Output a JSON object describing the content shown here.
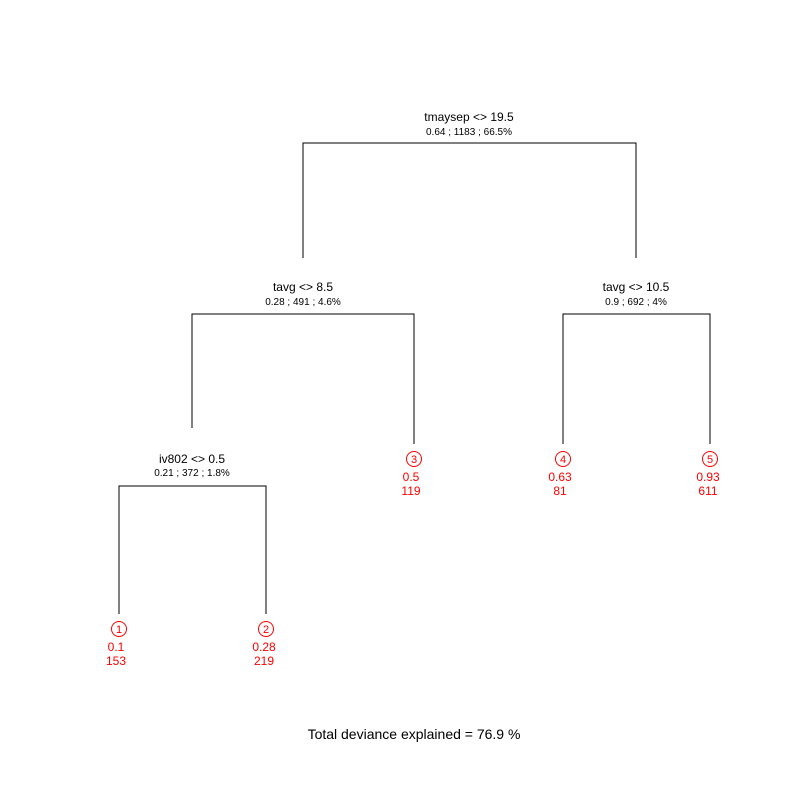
{
  "colors": {
    "edge": "#000000",
    "split_text": "#000000",
    "leaf": "#ff0000"
  },
  "splits": [
    {
      "label": "tmaysep <> 19.5",
      "stats": "0.64 ; 1183 ; 66.5%"
    },
    {
      "label": "tavg <> 8.5",
      "stats": "0.28 ; 491 ; 4.6%"
    },
    {
      "label": "tavg <> 10.5",
      "stats": "0.9 ; 692 ; 4%"
    },
    {
      "label": "iv802 <> 0.5",
      "stats": "0.21 ; 372 ; 1.8%"
    }
  ],
  "leaves": [
    {
      "number": "1",
      "value": "0.1",
      "count": "153"
    },
    {
      "number": "2",
      "value": "0.28",
      "count": "219"
    },
    {
      "number": "3",
      "value": "0.5",
      "count": "119"
    },
    {
      "number": "4",
      "value": "0.63",
      "count": "81"
    },
    {
      "number": "5",
      "value": "0.93",
      "count": "611"
    }
  ],
  "footer": "Total deviance explained = 76.9 %"
}
